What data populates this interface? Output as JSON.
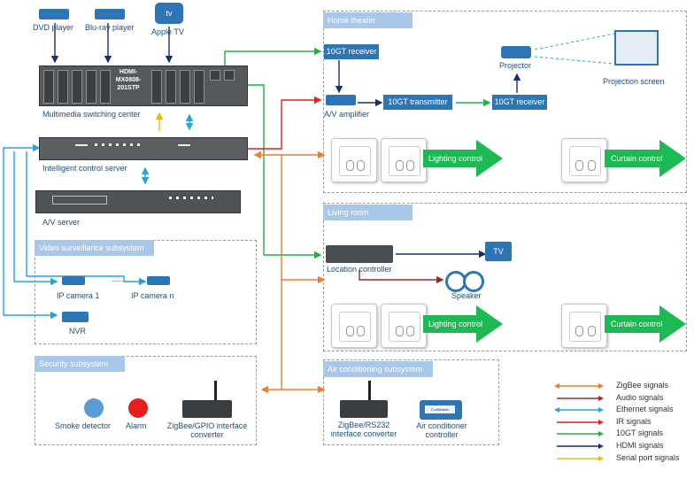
{
  "top_devices": {
    "dvd": "DVD player",
    "bluray": "Blu-ray player",
    "appletv": "Apple TV",
    "appletv_badge": "tv"
  },
  "switching_center": {
    "label": "Multimedia switching center",
    "model_line1": "HDMI-",
    "model_line2": "MX0808-",
    "model_line3": "201STP"
  },
  "control_server": {
    "label": "Intelligent control server"
  },
  "av_server": {
    "label": "A/V server"
  },
  "video_surveillance": {
    "title": "Video surveillance subsystem",
    "camera1": "IP camera 1",
    "ellipsis": "......",
    "cameran": "IP camera n",
    "nvr": "NVR"
  },
  "security": {
    "title": "Security subsystem",
    "smoke": "Smoke detector",
    "alarm": "Alarm",
    "converter": "ZigBee/GPIO interface converter"
  },
  "home_theater": {
    "title": "Home theater",
    "receiver1": "10GT receiver",
    "amplifier": "A/V amplifier",
    "transmitter": "10GT transmitter",
    "receiver2": "10GT receiver",
    "projector": "Projector",
    "screen": "Projection screen",
    "lighting": "Lighting control",
    "curtain": "Curtain control"
  },
  "living_room": {
    "title": "Living room",
    "location": "Location controller",
    "tv": "TV",
    "speaker": "Speaker",
    "lighting": "Lighting control",
    "curtain": "Curtain control"
  },
  "air_conditioning": {
    "title": "Air conditioning subsystem",
    "converter": "ZigBee/RS232 interface converter",
    "controller": "Air conditioner controller",
    "controller_screen": "CoolMaster"
  },
  "legend": [
    {
      "label": "ZigBee signals",
      "color": "#ed7d31",
      "style": "double"
    },
    {
      "label": "Audio signals",
      "color": "#a0282d",
      "style": "single"
    },
    {
      "label": "Ethernet signals",
      "color": "#1fa6e0",
      "style": "double"
    },
    {
      "label": "IR signals",
      "color": "#e0221f",
      "style": "single"
    },
    {
      "label": "10GT signals",
      "color": "#21b04b",
      "style": "single"
    },
    {
      "label": "HDMI signals",
      "color": "#1a2f6b",
      "style": "single"
    },
    {
      "label": "Serial port signals",
      "color": "#f5b800",
      "style": "single"
    }
  ],
  "colors": {
    "zigbee": "#ed7d31",
    "audio": "#a0282d",
    "ethernet": "#1fa6e0",
    "ir": "#e0221f",
    "tengt": "#21b04b",
    "hdmi": "#1a2f6b",
    "serial": "#f5b800",
    "panel_title": "#a9c7e8",
    "device_blue": "#2e75b6",
    "arrow_green": "#1db954"
  }
}
